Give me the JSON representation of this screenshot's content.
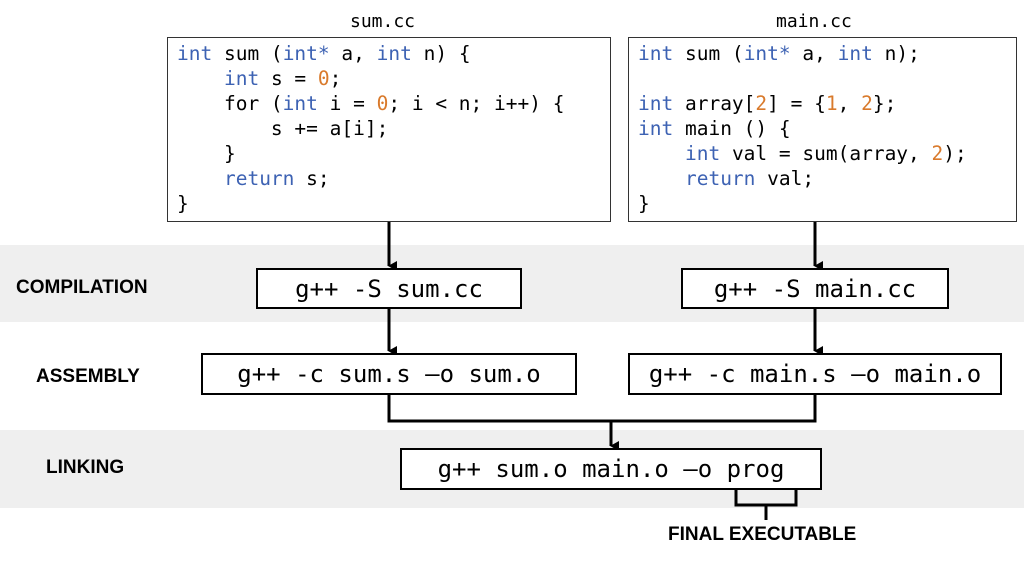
{
  "files": [
    {
      "title": "sum.cc",
      "code": [
        [
          [
            "kw",
            "int"
          ],
          [
            "t",
            " sum ("
          ],
          [
            "kw",
            "int*"
          ],
          [
            "t",
            " a, "
          ],
          [
            "kw",
            "int"
          ],
          [
            "t",
            " n) {"
          ]
        ],
        [
          [
            "t",
            "    "
          ],
          [
            "kw",
            "int"
          ],
          [
            "t",
            " s = "
          ],
          [
            "num",
            "0"
          ],
          [
            "t",
            ";"
          ]
        ],
        [
          [
            "t",
            "    for ("
          ],
          [
            "kw",
            "int"
          ],
          [
            "t",
            " i = "
          ],
          [
            "num",
            "0"
          ],
          [
            "t",
            "; i < n; i++) {"
          ]
        ],
        [
          [
            "t",
            "        s += a[i];"
          ]
        ],
        [
          [
            "t",
            "    }"
          ]
        ],
        [
          [
            "t",
            "    "
          ],
          [
            "kw",
            "return"
          ],
          [
            "t",
            " s;"
          ]
        ],
        [
          [
            "t",
            "}"
          ]
        ]
      ]
    },
    {
      "title": "main.cc",
      "code": [
        [
          [
            "kw",
            "int"
          ],
          [
            "t",
            " sum ("
          ],
          [
            "kw",
            "int*"
          ],
          [
            "t",
            " a, "
          ],
          [
            "kw",
            "int"
          ],
          [
            "t",
            " n);"
          ]
        ],
        [
          [
            "t",
            ""
          ]
        ],
        [
          [
            "kw",
            "int"
          ],
          [
            "t",
            " array["
          ],
          [
            "num",
            "2"
          ],
          [
            "t",
            "] = {"
          ],
          [
            "num",
            "1"
          ],
          [
            "t",
            ", "
          ],
          [
            "num",
            "2"
          ],
          [
            "t",
            "};"
          ]
        ],
        [
          [
            "kw",
            "int"
          ],
          [
            "t",
            " main () {"
          ]
        ],
        [
          [
            "t",
            "    "
          ],
          [
            "kw",
            "int"
          ],
          [
            "t",
            " val = sum(array, "
          ],
          [
            "num",
            "2"
          ],
          [
            "t",
            ");"
          ]
        ],
        [
          [
            "t",
            "    "
          ],
          [
            "kw",
            "return"
          ],
          [
            "t",
            " val;"
          ]
        ],
        [
          [
            "t",
            "}"
          ]
        ]
      ]
    }
  ],
  "stages": {
    "compilation": "COMPILATION",
    "assembly": "ASSEMBLY",
    "linking": "LINKING"
  },
  "commands": {
    "compile_sum": "g++ -S sum.cc",
    "compile_main": "g++ -S main.cc",
    "assemble_sum": "g++ -c sum.s –o sum.o",
    "assemble_main": "g++ -c main.s –o main.o",
    "link": "g++ sum.o main.o –o prog"
  },
  "final_label": "FINAL EXECUTABLE",
  "colors": {
    "keyword": "#3d62b3",
    "number": "#d97a2c",
    "band": "#efefef"
  }
}
